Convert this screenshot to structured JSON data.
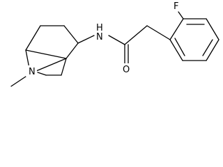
{
  "molecule": {
    "atoms": {
      "nitrogen_bridge": "N",
      "nitrogen_amide": "N",
      "hydrogen_amide": "H",
      "oxygen_carbonyl": "O",
      "fluorine": "F"
    },
    "colors": {
      "bond": "#000000",
      "text": "#000000",
      "background": "#ffffff"
    }
  }
}
